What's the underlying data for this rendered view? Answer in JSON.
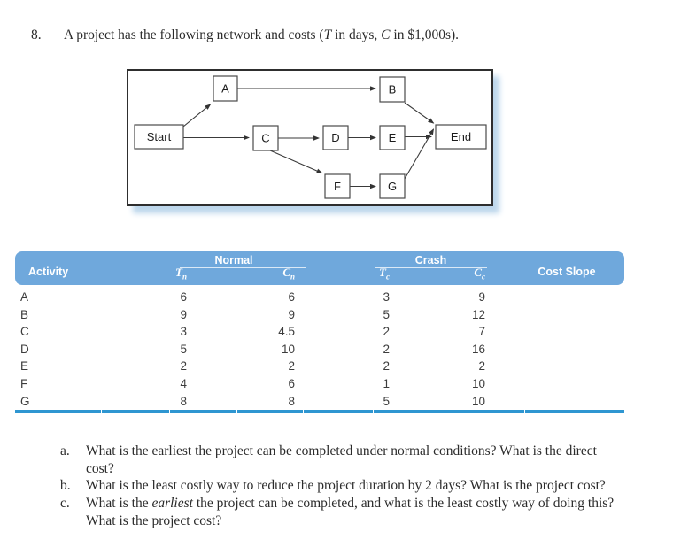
{
  "problem": {
    "number": "8.",
    "statement": {
      "part1": "A project has the following network and costs (",
      "t_var": "T",
      "part2": " in days, ",
      "c_var": "C",
      "part3": " in $1,000s)."
    }
  },
  "diagram": {
    "nodes": {
      "start": "Start",
      "a": "A",
      "b": "B",
      "c": "C",
      "d": "D",
      "e": "E",
      "f": "F",
      "g": "G",
      "end": "End"
    },
    "edges": [
      {
        "from": "Start",
        "to": "A"
      },
      {
        "from": "Start",
        "to": "C"
      },
      {
        "from": "A",
        "to": "B"
      },
      {
        "from": "B",
        "to": "End"
      },
      {
        "from": "C",
        "to": "D"
      },
      {
        "from": "C",
        "to": "F"
      },
      {
        "from": "D",
        "to": "E"
      },
      {
        "from": "E",
        "to": "End"
      },
      {
        "from": "F",
        "to": "G"
      },
      {
        "from": "G",
        "to": "End"
      }
    ]
  },
  "table": {
    "groups": {
      "normal": "Normal",
      "crash": "Crash"
    },
    "columns": {
      "activity": "Activity",
      "tn": {
        "main": "T",
        "sub": "n"
      },
      "cn": {
        "main": "C",
        "sub": "n"
      },
      "tc": {
        "main": "T",
        "sub": "c"
      },
      "cc": {
        "main": "C",
        "sub": "c"
      },
      "cost_slope": "Cost Slope"
    },
    "rows": [
      {
        "activity": "A",
        "tn": "6",
        "cn": "6",
        "tc": "3",
        "cc": "9",
        "cost_slope": ""
      },
      {
        "activity": "B",
        "tn": "9",
        "cn": "9",
        "tc": "5",
        "cc": "12",
        "cost_slope": ""
      },
      {
        "activity": "C",
        "tn": "3",
        "cn": "4.5",
        "tc": "2",
        "cc": "7",
        "cost_slope": ""
      },
      {
        "activity": "D",
        "tn": "5",
        "cn": "10",
        "tc": "2",
        "cc": "16",
        "cost_slope": ""
      },
      {
        "activity": "E",
        "tn": "2",
        "cn": "2",
        "tc": "2",
        "cc": "2",
        "cost_slope": ""
      },
      {
        "activity": "F",
        "tn": "4",
        "cn": "6",
        "tc": "1",
        "cc": "10",
        "cost_slope": ""
      },
      {
        "activity": "G",
        "tn": "8",
        "cn": "8",
        "tc": "5",
        "cc": "10",
        "cost_slope": ""
      }
    ],
    "colors": {
      "header_bg": "#6fa8dc",
      "bottom_line": "#2e96d1",
      "diagram_shadow": "#bdd7ec"
    }
  },
  "questions": [
    {
      "label": "a.",
      "pre": "What is the earliest the project can be completed under normal conditions? What is the direct cost?",
      "italic": "",
      "post": ""
    },
    {
      "label": "b.",
      "pre": "What is the least costly way to reduce the project duration by 2 days? What is the project cost?",
      "italic": "",
      "post": ""
    },
    {
      "label": "c.",
      "pre": "What is the ",
      "italic": "earliest",
      "post": " the project can be completed, and what is the least costly way of doing this? What is the project cost?"
    }
  ]
}
